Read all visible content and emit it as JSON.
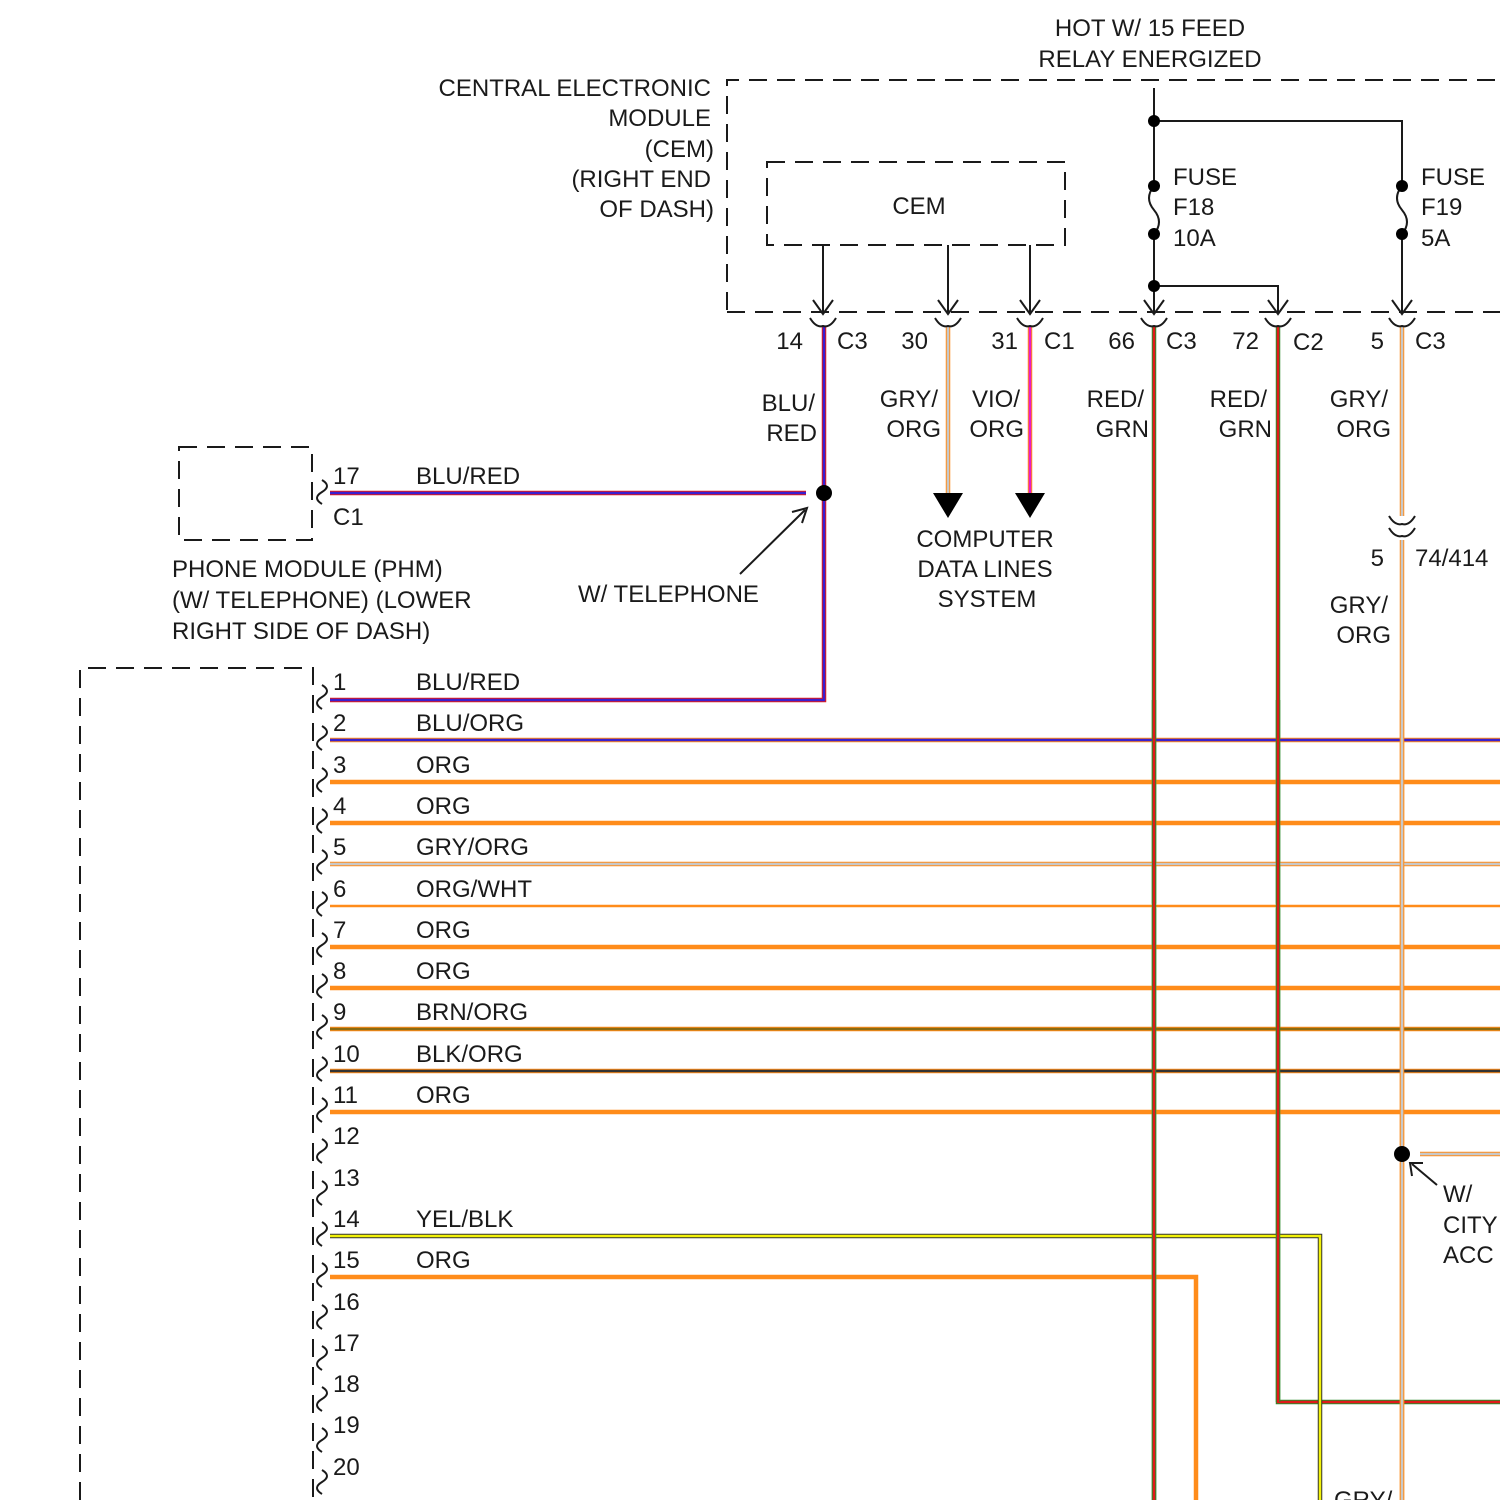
{
  "colors": {
    "BLU": "#3a1fd0",
    "RED": "#e01a1a",
    "ORG": "#ff8c1a",
    "GRY": "#c8c8c8",
    "VIO": "#e61ec8",
    "GRN": "#2a8a2a",
    "WHT": "#ffffff",
    "BRN": "#8a6a10",
    "BLK": "#333333",
    "YEL": "#f2f20a",
    "ink": "#1a1a1a"
  },
  "header": {
    "line1": "HOT W/ 15 FEED",
    "line2": "RELAY ENERGIZED"
  },
  "cem": {
    "label_lines": [
      "CENTRAL ELECTRONIC",
      "MODULE",
      "(CEM)",
      "(RIGHT END",
      "OF DASH)"
    ],
    "inner_label": "CEM",
    "pins": [
      {
        "pin": "14",
        "connector": "C3",
        "wire_lines": [
          "BLU/",
          "RED"
        ]
      },
      {
        "pin": "30",
        "connector": "",
        "wire_lines": [
          "GRY/",
          "ORG"
        ]
      },
      {
        "pin": "31",
        "connector": "C1",
        "wire_lines": [
          "VIO/",
          "ORG"
        ]
      },
      {
        "pin": "66",
        "connector": "C3",
        "wire_lines": [
          "RED/",
          "GRN"
        ]
      },
      {
        "pin": "72",
        "connector": "C2",
        "wire_lines": [
          "RED/",
          "GRN"
        ]
      },
      {
        "pin": "5",
        "connector": "C3",
        "wire_lines": [
          "GRY/",
          "ORG"
        ]
      }
    ]
  },
  "fuses": [
    {
      "lines": [
        "FUSE",
        "F18",
        "10A"
      ]
    },
    {
      "lines": [
        "FUSE",
        "F19",
        "5A"
      ]
    }
  ],
  "data_lines": [
    "COMPUTER",
    "DATA LINES",
    "SYSTEM"
  ],
  "phone_module": {
    "pin": "17",
    "connector": "C1",
    "wire": "BLU/RED",
    "label_lines": [
      "PHONE MODULE (PHM)",
      "(W/ TELEPHONE) (LOWER",
      "RIGHT SIDE OF DASH)"
    ]
  },
  "w_telephone": "W/ TELEPHONE",
  "inline_connector": {
    "pin": "5",
    "name": "74/414",
    "wire_lines": [
      "GRY/",
      "ORG"
    ]
  },
  "city_acc": [
    "W/",
    "CITY",
    "ACC"
  ],
  "bottom_label": "GRY/",
  "left_module": {
    "pins": [
      {
        "pin": "1",
        "wire": "BLU/RED"
      },
      {
        "pin": "2",
        "wire": "BLU/ORG"
      },
      {
        "pin": "3",
        "wire": "ORG"
      },
      {
        "pin": "4",
        "wire": "ORG"
      },
      {
        "pin": "5",
        "wire": "GRY/ORG"
      },
      {
        "pin": "6",
        "wire": "ORG/WHT"
      },
      {
        "pin": "7",
        "wire": "ORG"
      },
      {
        "pin": "8",
        "wire": "ORG"
      },
      {
        "pin": "9",
        "wire": "BRN/ORG"
      },
      {
        "pin": "10",
        "wire": "BLK/ORG"
      },
      {
        "pin": "11",
        "wire": "ORG"
      },
      {
        "pin": "12",
        "wire": ""
      },
      {
        "pin": "13",
        "wire": ""
      },
      {
        "pin": "14",
        "wire": "YEL/BLK"
      },
      {
        "pin": "15",
        "wire": "ORG"
      },
      {
        "pin": "16",
        "wire": ""
      },
      {
        "pin": "17",
        "wire": ""
      },
      {
        "pin": "18",
        "wire": ""
      },
      {
        "pin": "19",
        "wire": ""
      },
      {
        "pin": "20",
        "wire": ""
      }
    ]
  }
}
